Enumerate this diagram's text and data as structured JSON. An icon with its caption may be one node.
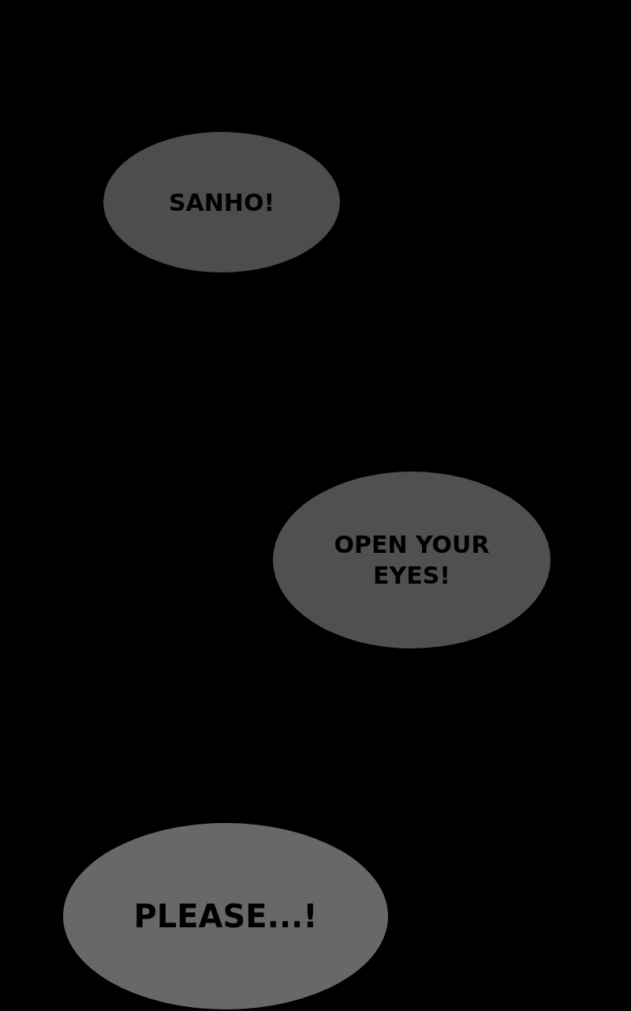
{
  "diagram": {
    "nodes": [
      {
        "text": [
          "SANHO!"
        ]
      },
      {
        "text": [
          "OPEN YOUR EYES!"
        ]
      },
      {
        "text": [
          "PLEASE...!"
        ]
      }
    ]
  }
}
